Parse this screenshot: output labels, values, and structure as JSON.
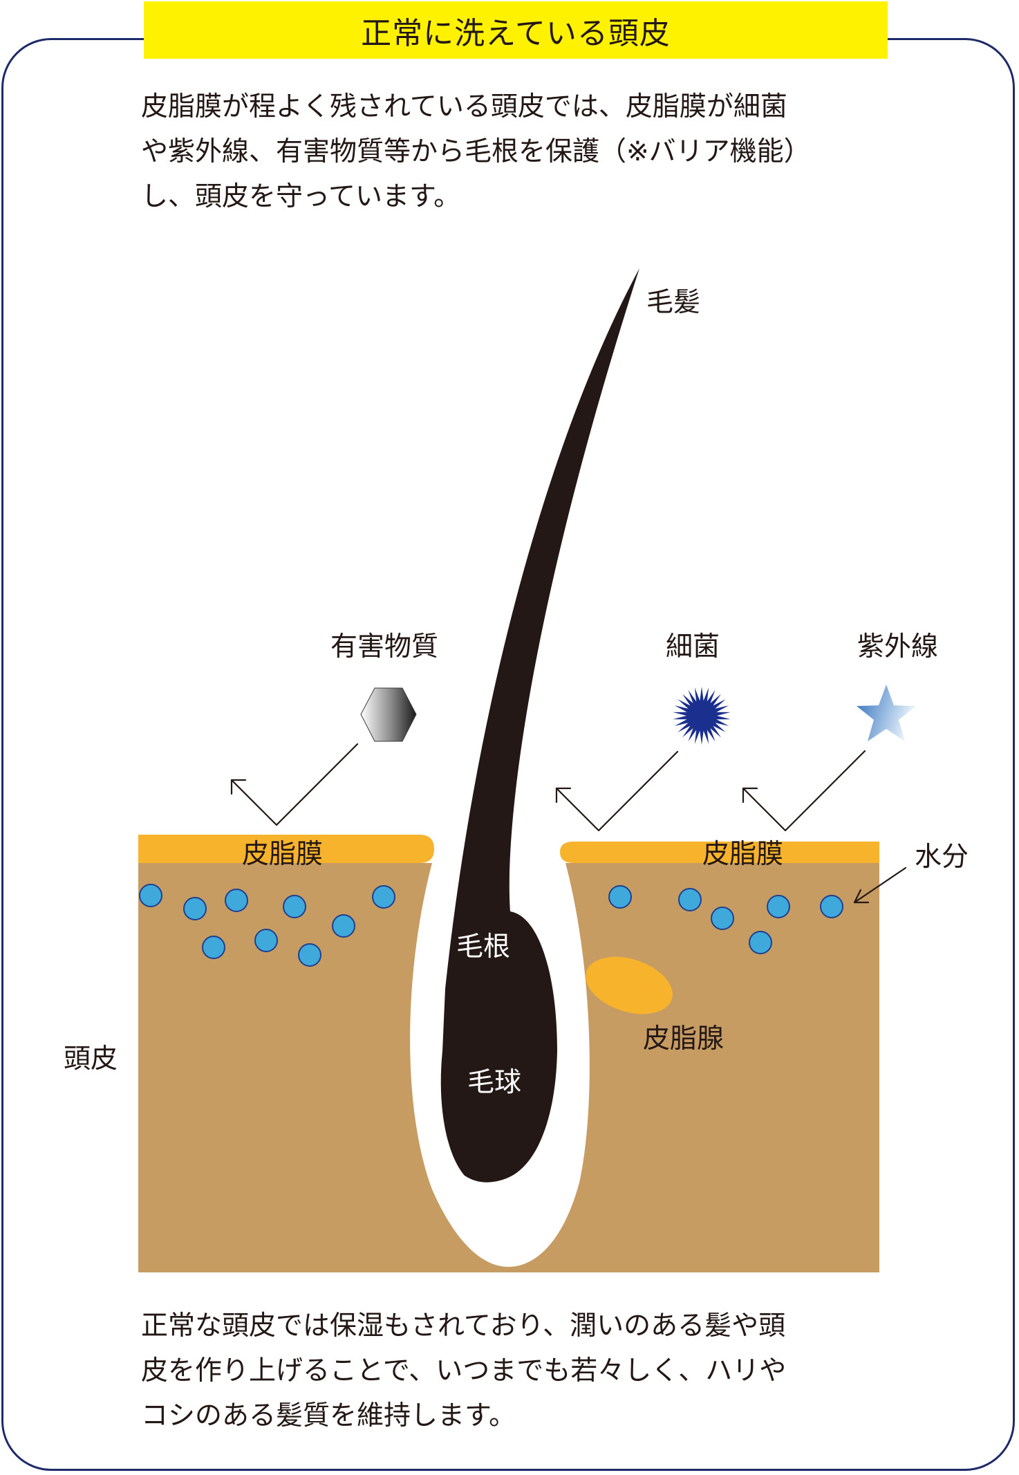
{
  "title": "正常に洗えている頭皮",
  "intro_text": "皮脂膜が程よく残されている頭皮では、皮脂膜が細菌\nや紫外線、有害物質等から毛根を保護（※バリア機能）\nし、頭皮を守っています。",
  "outro_text": "正常な頭皮では保湿もされており、潤いのある髪や頭\n皮を作り上げることで、いつまでも若々しく、ハリや\nコシのある髪質を維持します。",
  "labels": {
    "hair": "毛髪",
    "harmful": "有害物質",
    "bacteria": "細菌",
    "uv": "紫外線",
    "sebum_film_left": "皮脂膜",
    "sebum_film_right": "皮脂膜",
    "moisture": "水分",
    "hair_root": "毛根",
    "sebaceous_gland": "皮脂腺",
    "scalp": "頭皮",
    "hair_bulb": "毛球"
  },
  "colors": {
    "frame": "#1f2a6b",
    "banner": "#fff200",
    "scalp": "#c69c62",
    "sebum": "#f7b32b",
    "moisture_drop": "#3fa9dc",
    "moisture_outline": "#1f3f8f",
    "hair": "#231815",
    "bacteria": "#1b2f8e",
    "uv_star": "#3d7fc6"
  }
}
